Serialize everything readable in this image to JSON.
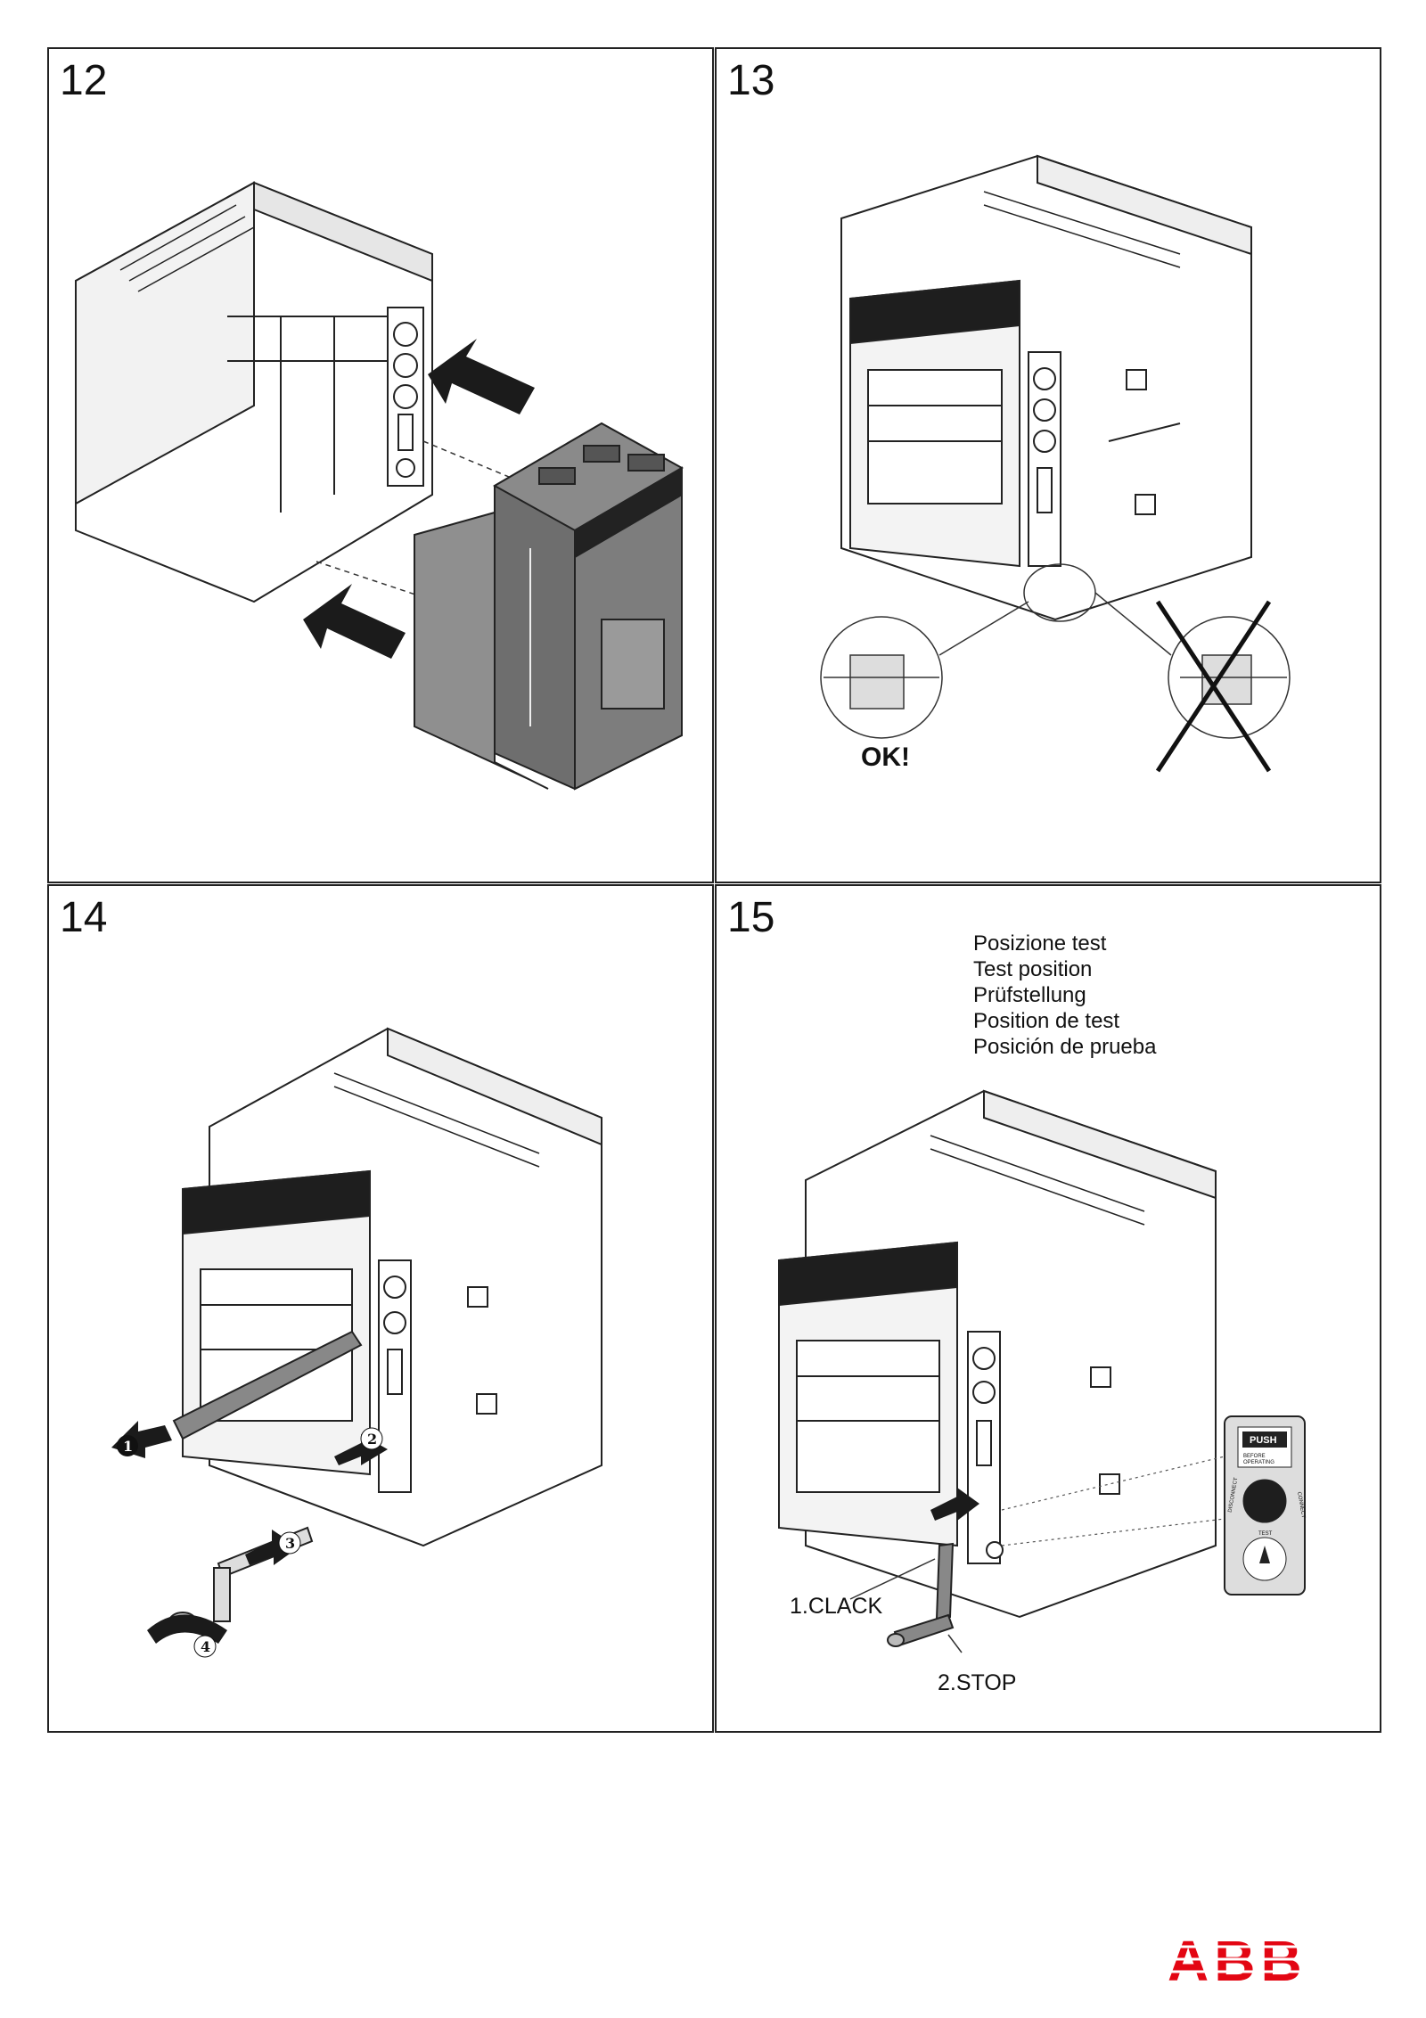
{
  "panels": [
    {
      "number": "12"
    },
    {
      "number": "13",
      "ok_label": "OK!"
    },
    {
      "number": "14",
      "steps": [
        "1",
        "2",
        "3",
        "4"
      ]
    },
    {
      "number": "15",
      "position_labels": [
        "Posizione test",
        "Test position",
        "Prüfstellung",
        "Position de test",
        "Posición de prueba"
      ],
      "clack_label": "1.CLACK",
      "stop_label": "2.STOP",
      "inset": {
        "push_line1": "PUSH",
        "push_line2": "BEFORE",
        "push_line3": "OPERATING",
        "disconnect": "DISCONNECT",
        "test": "TEST",
        "connect": "CONNECT"
      }
    }
  ],
  "brand": {
    "logo_text": "ABB",
    "color": "#e30613"
  }
}
